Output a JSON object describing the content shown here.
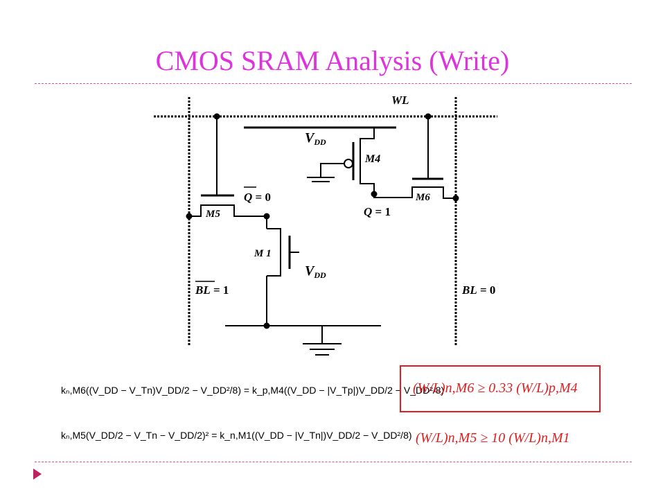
{
  "slide": {
    "title": "CMOS SRAM Analysis (Write)"
  },
  "circuit": {
    "word_line": "WL",
    "vdd_top": "V",
    "vdd_top_sub": "DD",
    "vdd_mid": "V",
    "vdd_mid_sub": "DD",
    "transistor_m4": "M4",
    "transistor_m5": "M5",
    "transistor_m6": "M6",
    "transistor_m1": "M 1",
    "node_qbar": "Q",
    "node_qbar_value": " = 0",
    "node_q": "Q",
    "node_q_value": " = 1",
    "bitline_bar": "BL",
    "bitline_bar_value": " =  1",
    "bitline": "BL",
    "bitline_value": " = 0"
  },
  "equations": {
    "eq1": "kₙ,M6((V_DD − V_Tn)V_DD/2 − V_DD²/8) = k_p,M4((V_DD − |V_Tp|)V_DD/2 − V_DD²/8)",
    "eq2": "kₙ,M5(V_DD/2 − V_Tn − V_DD/2)² = k_n,M1((V_DD − |V_Tn|)V_DD/2 − V_DD²/8)",
    "result1": "(W/L)n,M6 ≥ 0.33 (W/L)p,M4",
    "result2": "(W/L)n,M5 ≥ 10 (W/L)n,M1"
  },
  "colors": {
    "title": "#dd33dd",
    "rule": "#d8558a",
    "result": "#e02020"
  }
}
